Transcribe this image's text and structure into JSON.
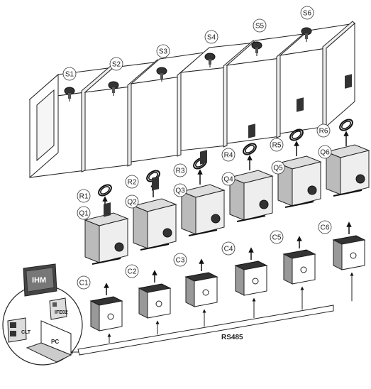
{
  "labels": {
    "sensors": [
      "S1",
      "S2",
      "S3",
      "S4",
      "S5",
      "S6"
    ],
    "cables": [
      "R1",
      "R2",
      "R3",
      "R4",
      "R5",
      "R6"
    ],
    "breakers": [
      "Q1",
      "Q2",
      "Q3",
      "Q4",
      "Q5",
      "Q6"
    ],
    "modules": [
      "C1",
      "C2",
      "C3",
      "C4",
      "C5",
      "C6"
    ]
  },
  "devices": {
    "hmi": "IHM",
    "pc": "PC",
    "gateway": "CLT",
    "interface": "IFE02"
  },
  "bus": "RS485"
}
